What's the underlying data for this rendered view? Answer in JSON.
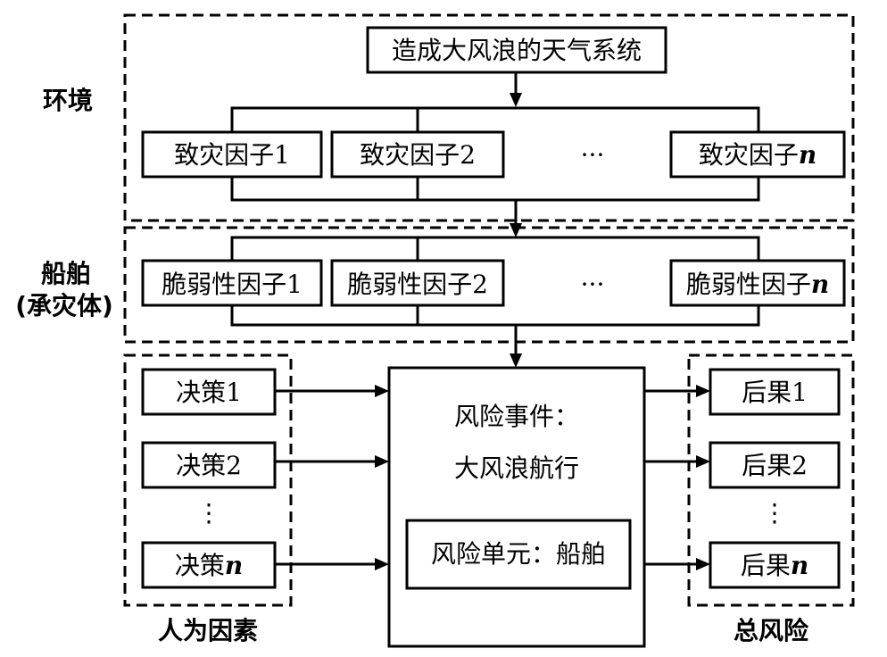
{
  "environment": {
    "label": "环境",
    "source": "造成大风浪的天气系统",
    "hazard_factor_1": "致灾因子1",
    "hazard_factor_2": "致灾因子2",
    "hazard_factor_n_prefix": "致灾因子",
    "hazard_factor_n_suffix": "n",
    "ellipsis": "···"
  },
  "ship": {
    "label_line1": "船舶",
    "label_line2": "(承灾体)",
    "vuln_factor_1": "脆弱性因子1",
    "vuln_factor_2": "脆弱性因子2",
    "vuln_factor_n_prefix": "脆弱性因子",
    "vuln_factor_n_suffix": "n",
    "ellipsis": "···"
  },
  "human": {
    "label": "人为因素",
    "decision_1": "决策1",
    "decision_2": "决策2",
    "decision_n_prefix": "决策",
    "decision_n_suffix": "n",
    "ellipsis": "⋮"
  },
  "risk_event": {
    "title": "风险事件：",
    "event": "大风浪航行",
    "unit": "风险单元：船舶"
  },
  "total_risk": {
    "label": "总风险",
    "consequence_1": "后果1",
    "consequence_2": "后果2",
    "consequence_n_prefix": "后果",
    "consequence_n_suffix": "n",
    "ellipsis": "⋮"
  }
}
